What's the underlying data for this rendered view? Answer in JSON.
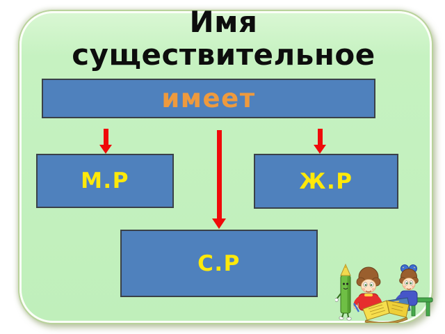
{
  "slide": {
    "title": {
      "line1": "Имя",
      "line2": "существительное"
    }
  },
  "diagram": {
    "root_box": {
      "label": "имеет"
    },
    "branch_boxes": [
      {
        "id": "masculine",
        "label": "М.Р"
      },
      {
        "id": "feminine",
        "label": "Ж.Р"
      },
      {
        "id": "neuter",
        "label": "С.Р"
      }
    ]
  },
  "decoration": {
    "arrow_icon": "arrow-down-icon",
    "clipart_name": "children-reading-with-pencil-clipart"
  },
  "colors": {
    "panel-green": "#c6f2c1",
    "panel-border-outer": "#b9d39b",
    "box-blue": "#4f81bd",
    "box-border": "#3a4148",
    "arrow-red": "#ef0a0a",
    "root-label-orange": "#ee9a3e",
    "branch-label-yellow": "#ffe90a",
    "title-black": "#0d0d0d"
  }
}
